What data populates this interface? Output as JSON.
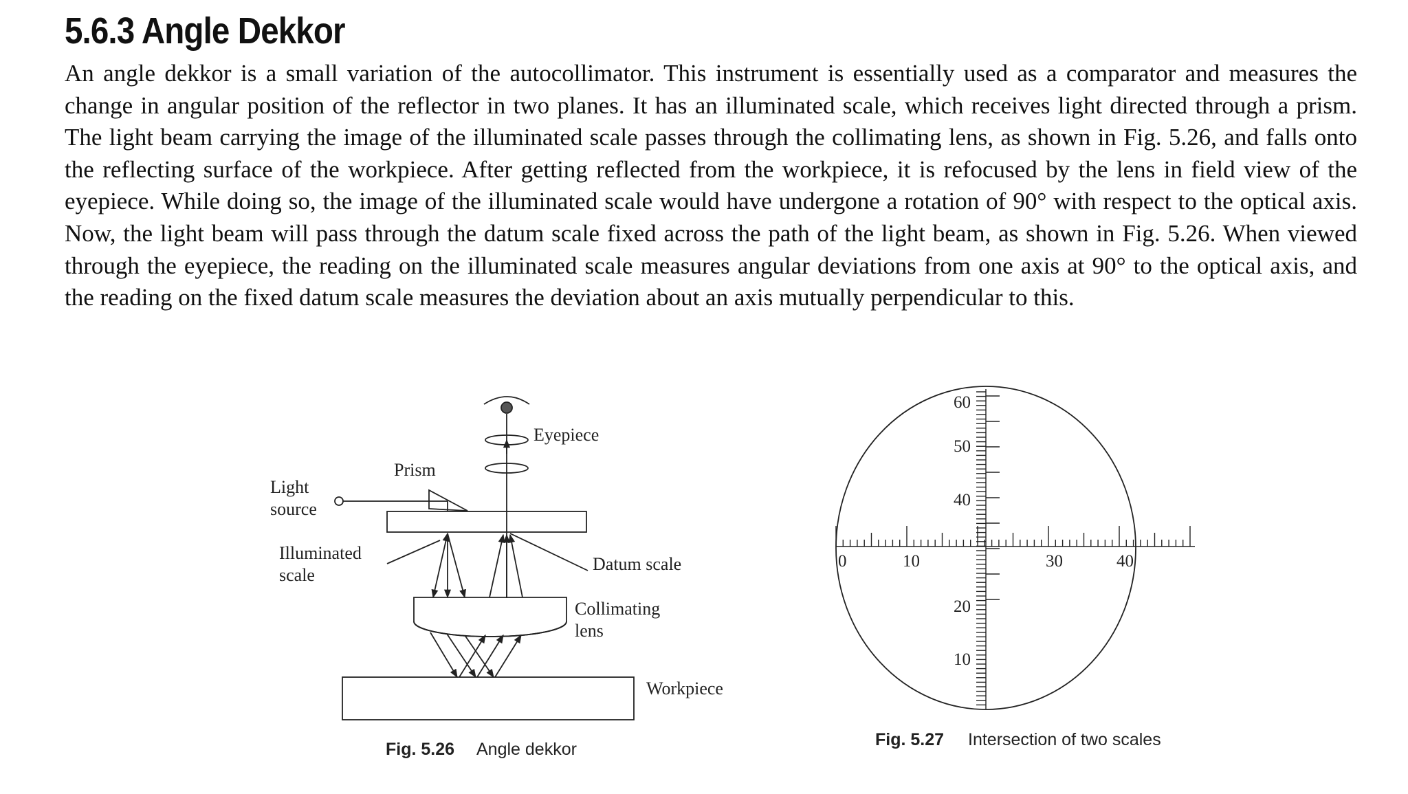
{
  "section": {
    "title": "5.6.3 Angle Dekkor",
    "paragraph": "An angle dekkor is a small variation of the autocollimator. This instrument is essentially used as a comparator and measures the change in angular position of the reflector in two planes. It has an illuminated scale, which receives light directed through a prism. The light beam carrying the image of the illuminated scale passes through the collimating lens, as shown in Fig. 5.26, and falls onto the reflecting surface of the workpiece. After getting reflected from the workpiece, it is refocused by the lens in field view of the eyepiece. While doing so, the image of the illuminated scale would have undergone a rotation of 90° with respect to the optical axis. Now, the light beam will pass through the datum scale fixed across the path of the light beam, as shown in Fig. 5.26. When viewed through the eyepiece, the reading on the illuminated scale measures angular deviations from one axis at 90° to the optical axis, and the reading on the fixed datum scale measures the deviation about an axis mutually perpendicular to this."
  },
  "figure_526": {
    "labels": {
      "light_1": "Light",
      "light_2": "source",
      "prism": "Prism",
      "eyepiece": "Eyepiece",
      "illum_1": "Illuminated",
      "illum_2": "scale",
      "datum": "Datum scale",
      "coll_1": "Collimating",
      "coll_2": "lens",
      "workpiece": "Workpiece"
    },
    "caption_number": "Fig. 5.26",
    "caption_text": "Angle dekkor"
  },
  "figure_527": {
    "vertical_scale_labels": [
      "60",
      "50",
      "40",
      "20",
      "10"
    ],
    "horizontal_scale_labels": [
      "0",
      "10",
      "30",
      "40"
    ],
    "caption_number": "Fig. 5.27",
    "caption_text": "Intersection of two scales"
  }
}
